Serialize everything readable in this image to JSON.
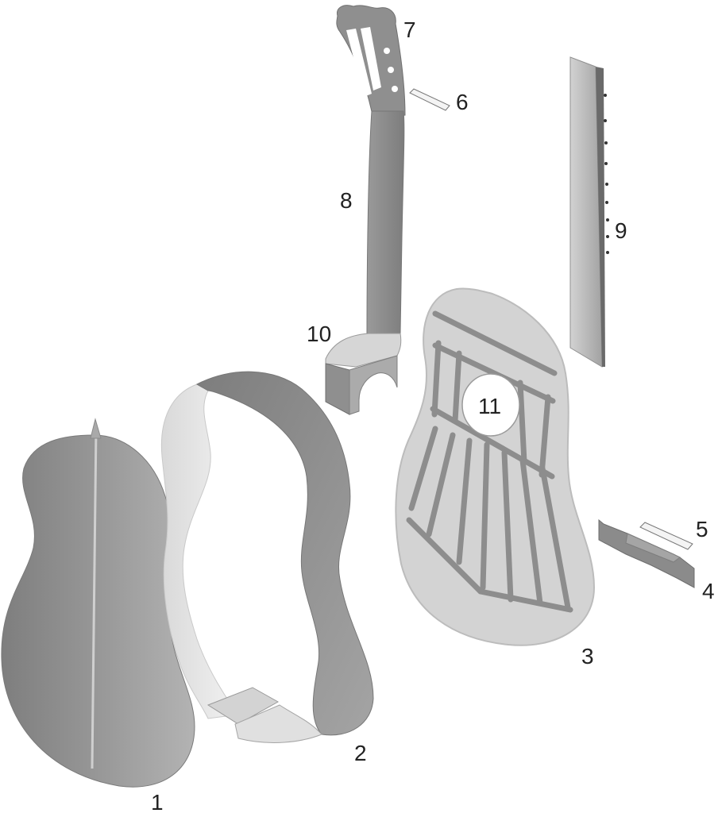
{
  "diagram": {
    "labels": {
      "back": "1",
      "sides": "2",
      "top": "3",
      "bridge": "4",
      "saddle": "5",
      "nut": "6",
      "headstock": "7",
      "neck": "8",
      "fingerboard": "9",
      "heel": "10",
      "soundhole": "11"
    }
  },
  "colors": {
    "background": "#ffffff",
    "part_dark": "#8a8a8a",
    "part_mid": "#9c9c9c",
    "part_light": "#d8d8d8",
    "top_fill": "#d4d4d4",
    "brace": "#8d8d8d",
    "outline": "#b9b9b9",
    "label_text": "#222222"
  }
}
